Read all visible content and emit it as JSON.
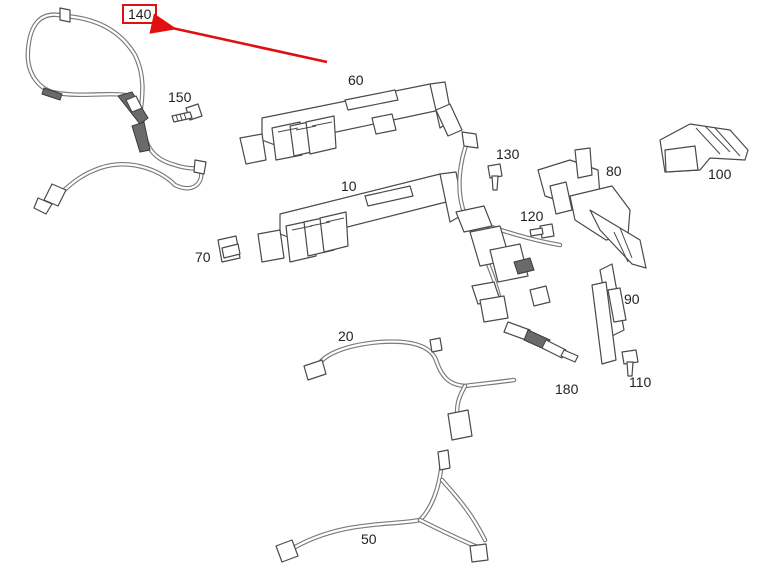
{
  "highlight_color": "#e01010",
  "highlighted_part": "140",
  "labels": {
    "p140": "140",
    "p150": "150",
    "p60": "60",
    "p130": "130",
    "p80": "80",
    "p100": "100",
    "p10": "10",
    "p120": "120",
    "p70": "70",
    "p90": "90",
    "p20": "20",
    "p110": "110",
    "p180": "180",
    "p50": "50"
  }
}
